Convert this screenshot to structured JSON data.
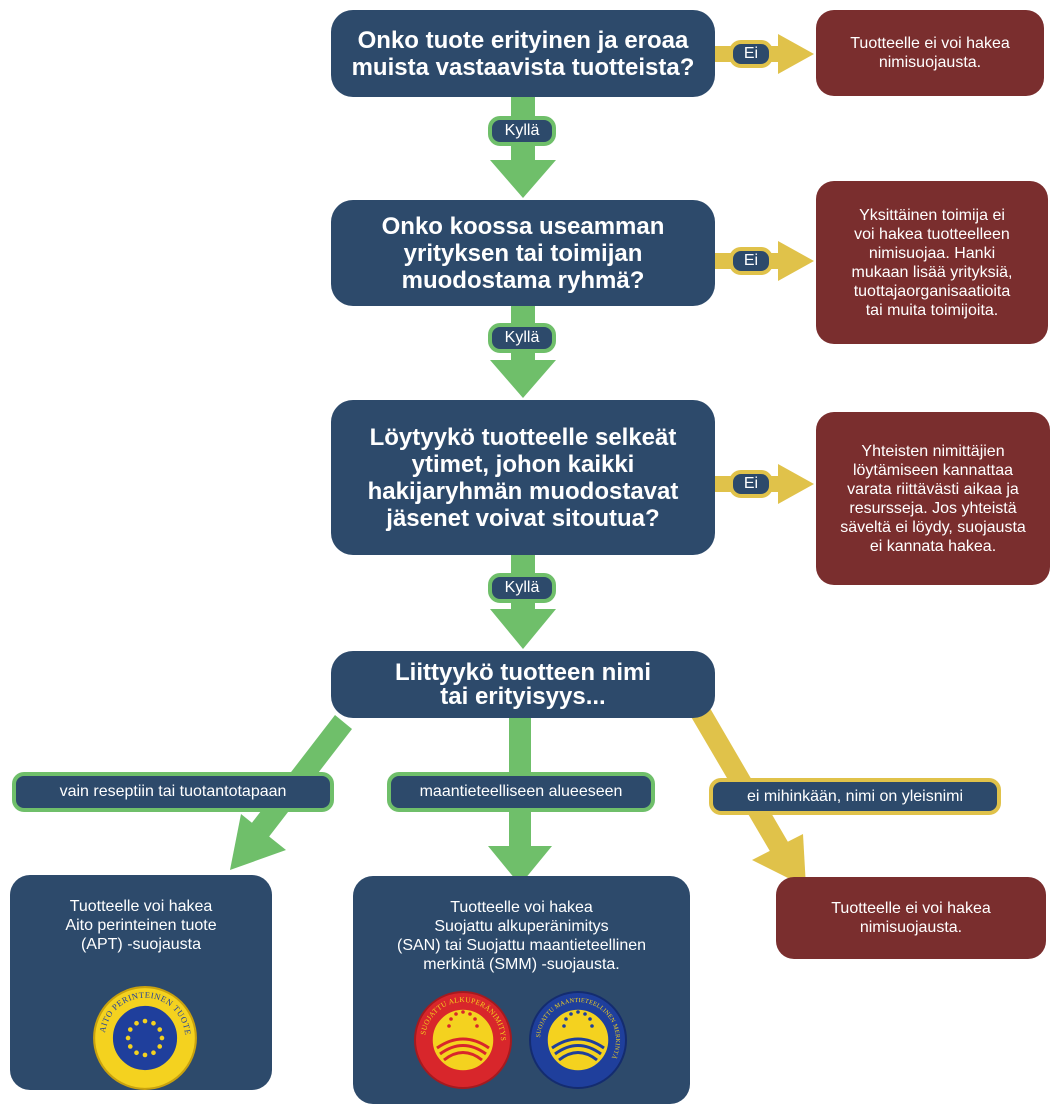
{
  "colors": {
    "question_box": "#2d4a6b",
    "negative_box": "#7a2e2e",
    "yes_arrow": "#6fbf6a",
    "no_arrow": "#e0c24a"
  },
  "questions": [
    "Onko tuote erityinen ja eroaa\nmuista vastaavista tuotteista?",
    "Onko koossa useamman\nyrityksen tai toimijan\nmuodostama ryhmä?",
    "Löytyykö tuotteelle selkeät\nytimet, johon kaikki\nhakijaryhmän muodostavat\njäsenet voivat sitoutua?",
    "Liittyykö tuotteen nimi\ntai erityisyys..."
  ],
  "yes_label": "Kyllä",
  "no_label": "Ei",
  "no_outcomes": [
    "Tuotteelle ei voi hakea\nnimisuojausta.",
    "Yksittäinen toimija ei\nvoi hakea tuotteelleen\nnimisuojaa. Hanki\nmukaan lisää yrityksiä,\ntuottajaorganisaatioita\ntai muita toimijoita.",
    "Yhteisten nimittäjien\nlöytämiseen kannattaa\nvarata riittävästi aikaa ja\nresursseja. Jos yhteistä\nsäveltä ei löydy, suojausta\nei kannata hakea."
  ],
  "branches": [
    {
      "label": "vain reseptiin tai tuotantotapaan",
      "outcome": "Tuotteelle voi hakea\nAito perinteinen tuote\n(APT) -suojausta"
    },
    {
      "label": "maantieteelliseen alueeseen",
      "outcome": "Tuotteelle voi hakea\nSuojattu alkuperänimitys\n(SAN) tai Suojattu maantieteellinen\nmerkintä (SMM) -suojausta."
    },
    {
      "label": "ei mihinkään, nimi on yleisnimi",
      "outcome": "Tuotteelle ei voi hakea\nnimisuojausta."
    }
  ],
  "seals": {
    "apt": {
      "text": "AITO PERINTEINEN TUOTE",
      "icon": "eu-apt-seal-icon"
    },
    "san": {
      "text": "SUOJATTU ALKUPERÄNIMITYS",
      "icon": "eu-san-seal-icon"
    },
    "smm": {
      "text": "SUOJATTU MAANTIETEELLINEN MERKINTÄ",
      "icon": "eu-smm-seal-icon"
    }
  }
}
